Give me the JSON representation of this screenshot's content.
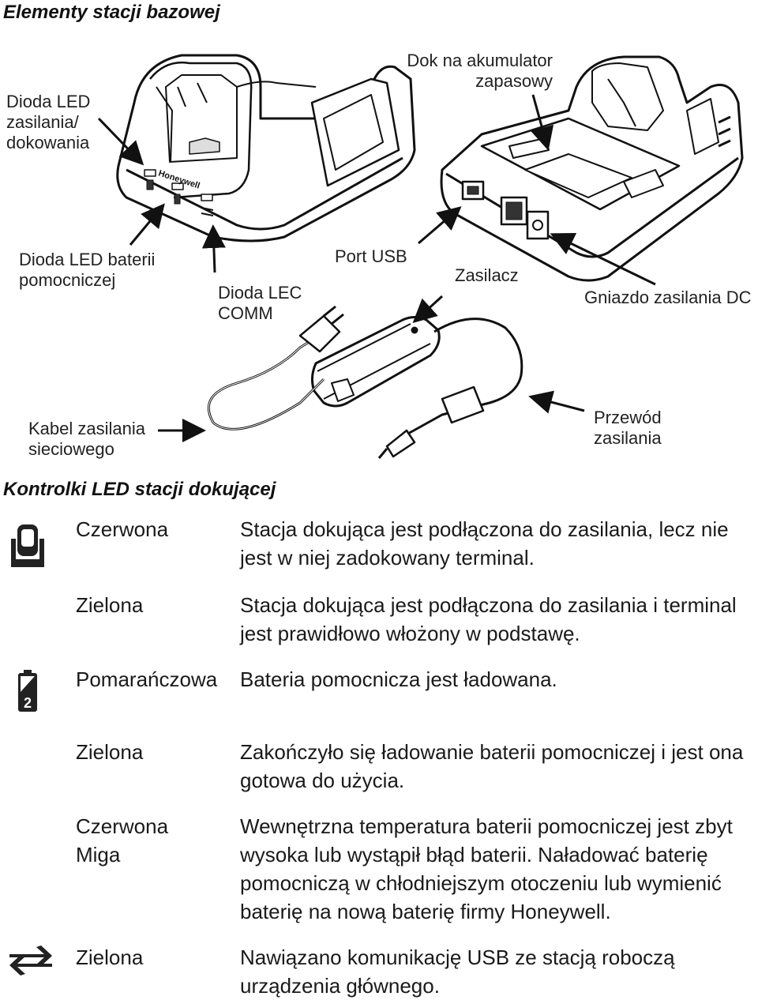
{
  "sections": {
    "base_title": "Elementy stacji bazowej",
    "led_title": "Kontrolki LED stacji dokującej"
  },
  "callouts": {
    "power_dock_led": "Dioda LED zasilania/ dokowania",
    "spare_battery_dock": "Dok na akumulator zapasowy",
    "aux_battery_led": "Dioda LED baterii pomocniczej",
    "comm_led": "Dioda LEC COMM",
    "usb_port": "Port USB",
    "power_supply": "Zasilacz",
    "dc_jack": "Gniazdo zasilania DC",
    "ac_cable": "Kabel zasilania sieciowego",
    "power_cord": "Przewód zasilania"
  },
  "device_brand": "Honeywell",
  "led_rows": [
    {
      "icon": "dock-icon",
      "color": "Czerwona",
      "desc": "Stacja dokująca jest podłączona do zasilania, lecz nie jest w niej zadokowany terminal."
    },
    {
      "icon": "",
      "color": "Zielona",
      "desc": "Stacja dokująca jest podłączona do zasilania i terminal jest prawidłowo włożony w podstawę."
    },
    {
      "icon": "battery-2-icon",
      "color": "Pomarańczowa",
      "desc": "Bateria pomocnicza jest ładowana."
    },
    {
      "icon": "",
      "color": "Zielona",
      "desc": "Zakończyło się ładowanie baterii pomocniczej i jest ona gotowa do użycia."
    },
    {
      "icon": "",
      "color": "Czerwona\nMiga",
      "desc": "Wewnętrzna temperatura baterii pomocniczej jest zbyt wysoka lub wystąpił błąd baterii. Naładować baterię pomocniczą w chłodniejszym otoczeniu lub wymienić baterię na nową baterię firmy Honeywell."
    },
    {
      "icon": "comm-arrows-icon",
      "color": "Zielona",
      "desc": "Nawiązano komunikację USB ze stacją roboczą urządzenia głównego."
    }
  ],
  "battery_icon_number": "2"
}
